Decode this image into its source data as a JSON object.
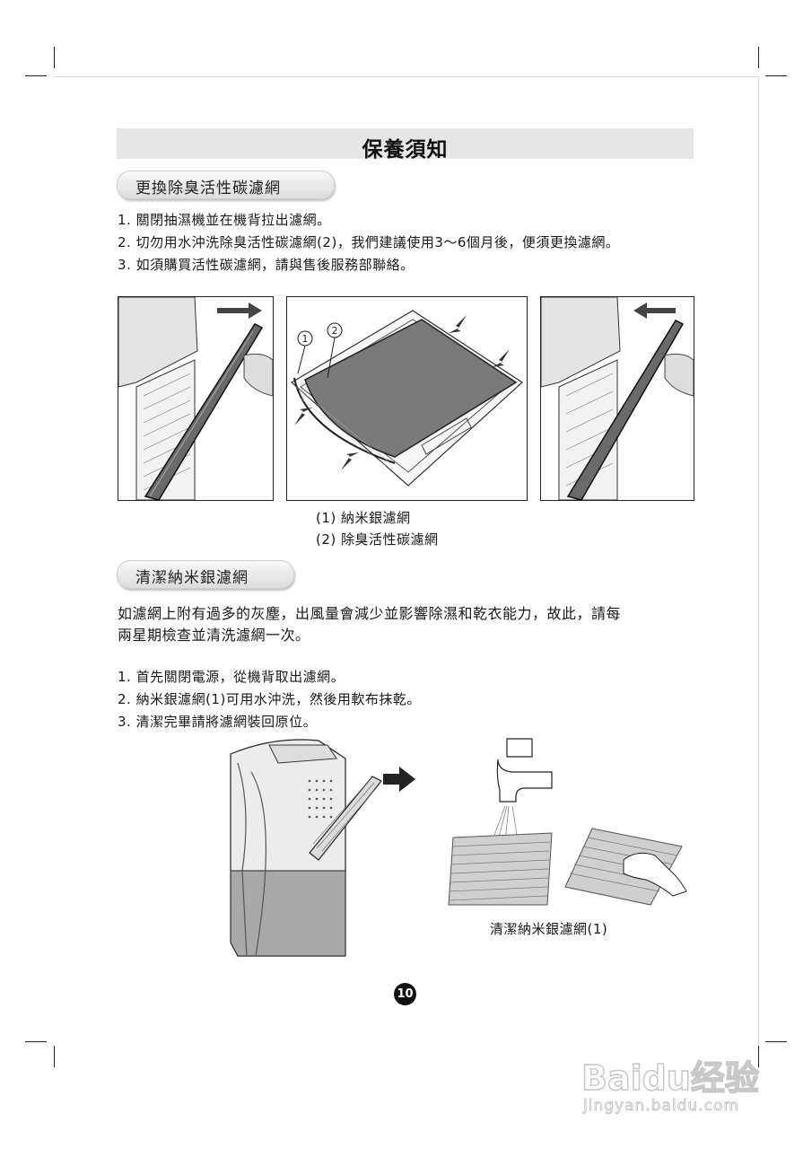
{
  "header": {
    "title": "保養須知"
  },
  "section1": {
    "heading": "更換除臭活性碳濾網",
    "steps": [
      "1. 關閉抽濕機並在機背拉出濾網。",
      "2. 切勿用水沖洗除臭活性碳濾網(2)，我們建議使用3～6個月後，便須更換濾網。",
      "3. 如須購買活性碳濾網，請與售後服務部聯絡。"
    ],
    "callouts": [
      "1",
      "2"
    ],
    "captions": [
      "(1) 納米銀濾網",
      "(2) 除臭活性碳濾網"
    ]
  },
  "section2": {
    "heading": "清潔納米銀濾網",
    "paragraph": [
      "如濾網上附有過多的灰塵，出風量會減少並影響除濕和乾衣能力，故此，請每",
      "兩星期檢查並清洗濾網一次。"
    ],
    "steps": [
      "1. 首先關閉電源，從機背取出濾網。",
      "2. 納米銀濾網(1)可用水沖洗，然後用軟布抹乾。",
      "3. 清潔完畢請將濾網裝回原位。"
    ],
    "figure_caption": "清潔納米銀濾網(1)"
  },
  "footer": {
    "page_number": "10"
  },
  "watermark": {
    "logo": "Baidu经验",
    "url": "jingyan.baidu.com"
  }
}
